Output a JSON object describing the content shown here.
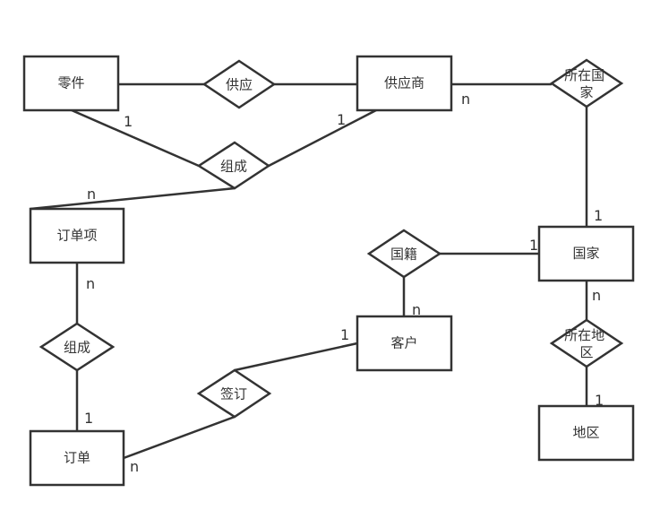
{
  "entities": {
    "parts": "零件",
    "supplier": "供应商",
    "order_item": "订单项",
    "country": "国家",
    "customer": "客户",
    "order": "订单",
    "region": "地区"
  },
  "relationships": {
    "supply": "供应",
    "compose_top": "组成",
    "supplier_country": "所在国家",
    "nationality": "国籍",
    "compose_bottom": "组成",
    "sign": "签订",
    "region_of_country": "所在地区"
  },
  "cardinalities": {
    "parts_compose": "1",
    "supplier_compose": "1",
    "compose_order_item": "n",
    "supplier_country_rel": "n",
    "country_supplier_rel": "1",
    "nationality_country": "1",
    "nationality_customer": "n",
    "country_region_rel": "n",
    "region_region_rel": "1",
    "order_item_compose": "n",
    "order_compose": "1",
    "customer_sign": "1",
    "order_sign": "n"
  }
}
